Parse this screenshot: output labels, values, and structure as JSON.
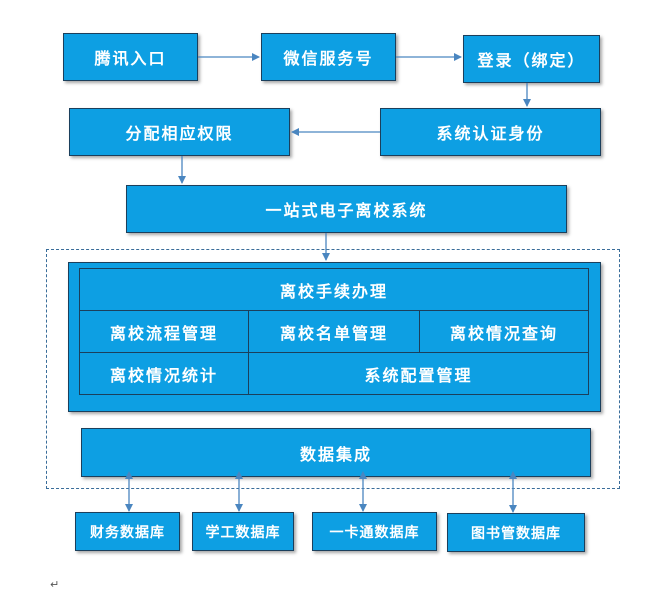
{
  "nodes": {
    "tencent_entry": "腾讯入口",
    "wechat_service": "微信服务号",
    "login_bind": "登录（绑定）",
    "assign_permissions": "分配相应权限",
    "system_auth": "系统认证身份",
    "one_stop_system": "一站式电子离校系统",
    "data_integration": "数据集成"
  },
  "modules": {
    "procedures": "离校手续办理",
    "process_mgmt": "离校流程管理",
    "list_mgmt": "离校名单管理",
    "status_query": "离校情况查询",
    "status_stats": "离校情况统计",
    "config_mgmt": "系统配置管理"
  },
  "databases": {
    "finance": "财务数据库",
    "student_affairs": "学工数据库",
    "campus_card": "一卡通数据库",
    "library": "图书管数据库"
  },
  "colors": {
    "box_fill": "#0d9fe3",
    "box_border": "#1b3f5c",
    "arrow": "#4a86c0",
    "dashed_border": "#3a6d9a"
  }
}
